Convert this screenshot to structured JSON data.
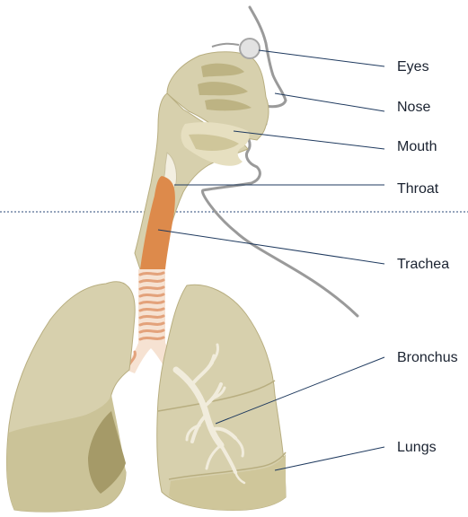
{
  "diagram": {
    "labels": {
      "eyes": "Eyes",
      "nose": "Nose",
      "mouth": "Mouth",
      "throat": "Throat",
      "trachea": "Trachea",
      "bronchus": "Bronchus",
      "lungs": "Lungs"
    },
    "colors": {
      "tissue": "#d7d0ad",
      "tissue_dark": "#b8ae80",
      "tissue_shadow": "#a59a68",
      "outline": "#9a9a9a",
      "trachea": "#dd8a4b",
      "cartilage": "#e9b796",
      "bronchus_tree": "#f1ecdc",
      "leader_line": "#1f3a5f"
    }
  }
}
